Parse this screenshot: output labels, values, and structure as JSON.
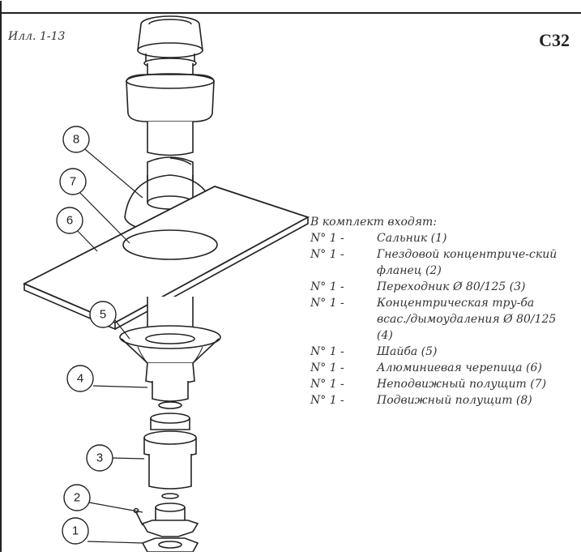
{
  "figure": {
    "label": "Илл. 1-13",
    "model": "C32"
  },
  "callouts": [
    "1",
    "2",
    "3",
    "4",
    "5",
    "6",
    "7",
    "8"
  ],
  "kit": {
    "heading": "В комплект входят:",
    "items": [
      {
        "num": "N° 1 -",
        "text": "Сальник (1)"
      },
      {
        "num": "N° 1 -",
        "text": "Гнездовой концентриче-ский фланец (2)"
      },
      {
        "num": "N° 1 -",
        "text": "Переходник Ø 80/125 (3)"
      },
      {
        "num": "N° 1 -",
        "text": "Концентрическая тру-ба всас./дымоудаления Ø 80/125 (4)"
      },
      {
        "num": "N° 1 -",
        "text": "Шайба (5)"
      },
      {
        "num": "N° 1 -",
        "text": "Алюминиевая черепица (6)"
      },
      {
        "num": "N° 1 -",
        "text": "Неподвижный полущит (7)"
      },
      {
        "num": "N° 1 -",
        "text": "Подвижный полущит (8)"
      }
    ]
  }
}
